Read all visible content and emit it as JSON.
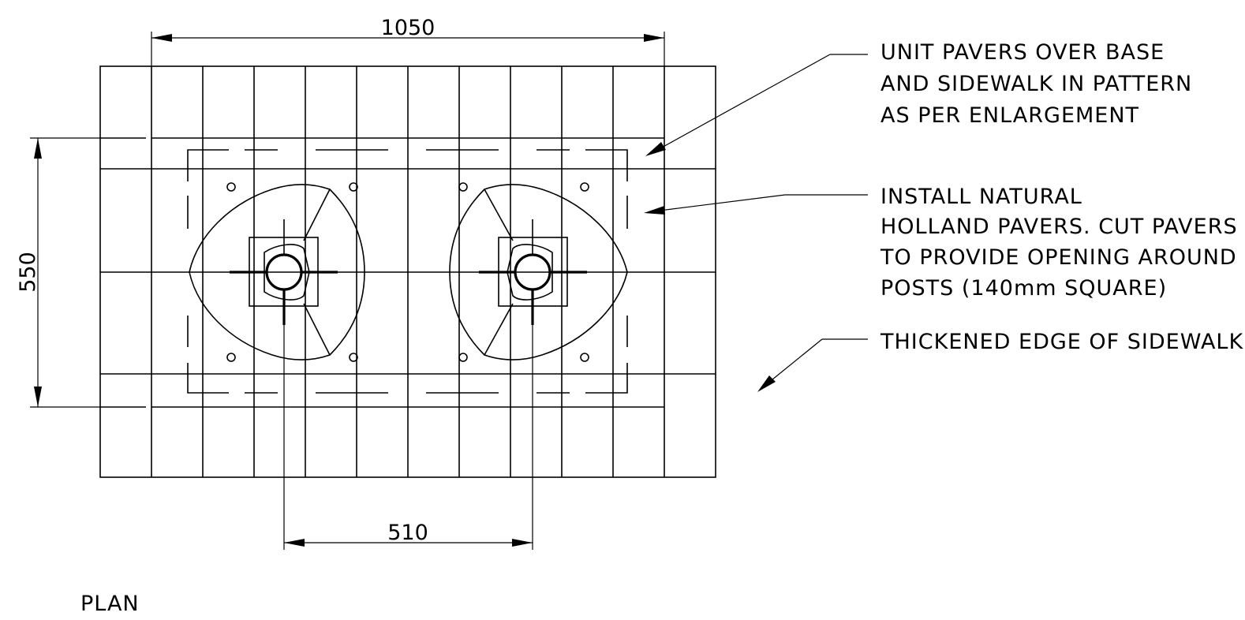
{
  "dimensions": {
    "overall_width": "1050",
    "overall_depth": "550",
    "post_spacing": "510"
  },
  "notes": {
    "unit_pavers": [
      "UNIT  PAVERS  OVER  BASE",
      "AND  SIDEWALK  IN  PATTERN",
      "AS  PER  ENLARGEMENT"
    ],
    "natural_pavers": [
      "INSTALL  NATURAL",
      "HOLLAND  PAVERS.  CUT  PAVERS",
      "TO  PROVIDE  OPENING  AROUND",
      "POSTS  (140mm  SQUARE)"
    ],
    "thickened_edge": [
      "THICKENED  EDGE  OF  SIDEWALK"
    ]
  },
  "view_title": "PLAN"
}
